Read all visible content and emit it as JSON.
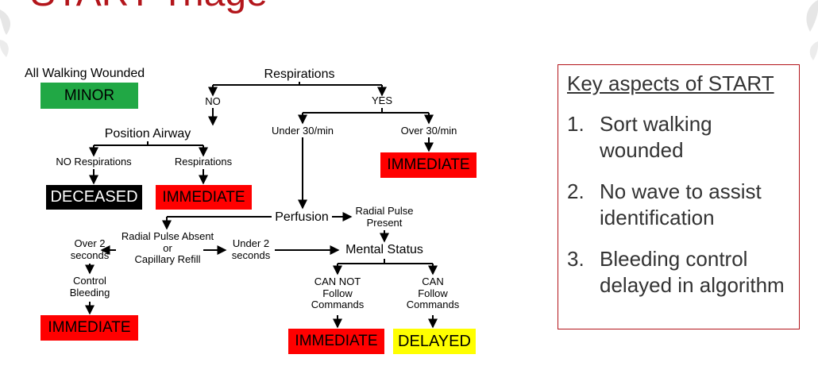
{
  "slide": {
    "title": "START Triage"
  },
  "flow": {
    "walking": "All Walking Wounded",
    "minor": "MINOR",
    "respirations": "Respirations",
    "no": "NO",
    "yes": "YES",
    "position_airway": "Position Airway",
    "no_respirations": "NO Respirations",
    "respirations_after": "Respirations",
    "deceased": "DECEASED",
    "immediate_airway": "IMMEDIATE",
    "under30": "Under 30/min",
    "over30": "Over 30/min",
    "immediate_resp": "IMMEDIATE",
    "perfusion": "Perfusion",
    "radial_present_1": "Radial Pulse",
    "radial_present_2": "Present",
    "radial_absent_1": "Radial Pulse Absent",
    "radial_absent_2": "or",
    "radial_absent_3": "Capillary Refill",
    "over2_1": "Over 2",
    "over2_2": "seconds",
    "under2_1": "Under 2",
    "under2_2": "seconds",
    "control_1": "Control",
    "control_2": "Bleeding",
    "immediate_bleeding": "IMMEDIATE",
    "mental_status": "Mental Status",
    "cannot_1": "CAN NOT",
    "cannot_2": "Follow",
    "cannot_3": "Commands",
    "can_1": "CAN",
    "can_2": "Follow",
    "can_3": "Commands",
    "immediate_mental": "IMMEDIATE",
    "delayed": "DELAYED"
  },
  "key_aspects": {
    "title": "Key aspects of START",
    "items": [
      {
        "num": "1.",
        "text": "Sort walking wounded"
      },
      {
        "num": "2.",
        "text": "No wave to assist identification"
      },
      {
        "num": "3.",
        "text": "Bleeding control delayed in algorithm"
      }
    ]
  },
  "colors": {
    "title": "#b3151b",
    "immediate": "#ff0000",
    "minor": "#21a845",
    "deceased": "#000000",
    "delayed": "#ffff00"
  }
}
